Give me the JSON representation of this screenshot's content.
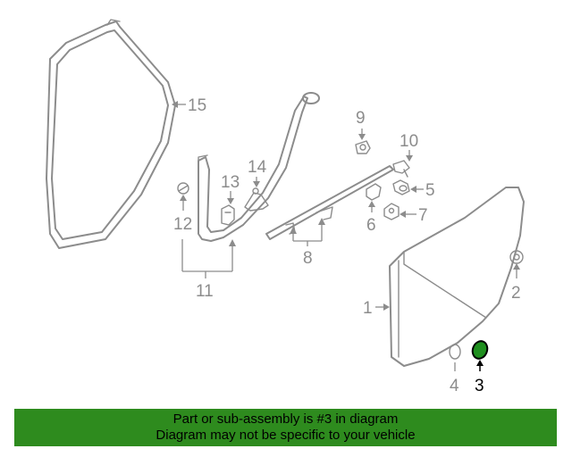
{
  "diagram": {
    "callouts": {
      "c1": "1",
      "c2": "2",
      "c3": "3",
      "c4": "4",
      "c5": "5",
      "c6": "6",
      "c7": "7",
      "c8": "8",
      "c9": "9",
      "c10": "10",
      "c11": "11",
      "c12": "12",
      "c13": "13",
      "c14": "14",
      "c15": "15"
    },
    "highlighted_part": "3",
    "highlight_color": "#1f8f1f"
  },
  "banner": {
    "line1": "Part or sub-assembly is #3 in diagram",
    "line2": "Diagram may not be specific to your vehicle",
    "background": "#2e8b1e"
  }
}
